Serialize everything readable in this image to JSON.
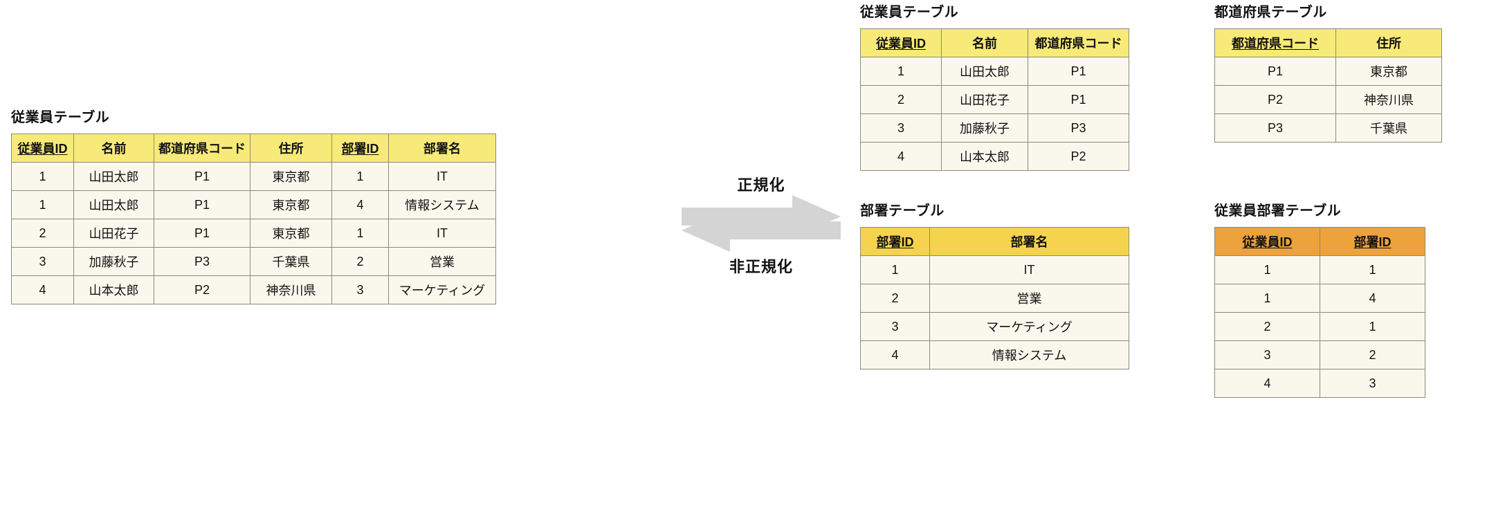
{
  "diagram": {
    "title_denormalized": "従業員テーブル",
    "arrows": [
      {
        "name": "normalize",
        "label": "正規化",
        "direction": "right",
        "color": "#d4d4d4"
      },
      {
        "name": "denormalize",
        "label": "非正規化",
        "direction": "left",
        "color": "#d4d4d4"
      }
    ],
    "colors": {
      "header_pale_yellow": "#f7ea78",
      "header_gold": "#f5d34e",
      "header_orange": "#eda23c",
      "cell_cream": "#faf8ed",
      "border": "#8a8a7a",
      "arrow_gray": "#d4d4d4",
      "text": "#111111"
    }
  },
  "tables": {
    "denormalized_employee": {
      "title": "従業員テーブル",
      "header_style": "pale",
      "columns": [
        {
          "label": "従業員ID",
          "pk": true
        },
        {
          "label": "名前",
          "pk": false
        },
        {
          "label": "都道府県コード",
          "pk": false
        },
        {
          "label": "住所",
          "pk": false
        },
        {
          "label": "部署ID",
          "pk": true
        },
        {
          "label": "部署名",
          "pk": false
        }
      ],
      "rows": [
        [
          "1",
          "山田太郎",
          "P1",
          "東京都",
          "1",
          "IT"
        ],
        [
          "1",
          "山田太郎",
          "P1",
          "東京都",
          "4",
          "情報システム"
        ],
        [
          "2",
          "山田花子",
          "P1",
          "東京都",
          "1",
          "IT"
        ],
        [
          "3",
          "加藤秋子",
          "P3",
          "千葉県",
          "2",
          "営業"
        ],
        [
          "4",
          "山本太郎",
          "P2",
          "神奈川県",
          "3",
          "マーケティング"
        ]
      ]
    },
    "employee": {
      "title": "従業員テーブル",
      "header_style": "pale",
      "columns": [
        {
          "label": "従業員ID",
          "pk": true
        },
        {
          "label": "名前",
          "pk": false
        },
        {
          "label": "都道府県コード",
          "pk": false
        }
      ],
      "rows": [
        [
          "1",
          "山田太郎",
          "P1"
        ],
        [
          "2",
          "山田花子",
          "P1"
        ],
        [
          "3",
          "加藤秋子",
          "P3"
        ],
        [
          "4",
          "山本太郎",
          "P2"
        ]
      ]
    },
    "prefecture": {
      "title": "都道府県テーブル",
      "header_style": "pale",
      "columns": [
        {
          "label": "都道府県コード",
          "pk": true
        },
        {
          "label": "住所",
          "pk": false
        }
      ],
      "rows": [
        [
          "P1",
          "東京都"
        ],
        [
          "P2",
          "神奈川県"
        ],
        [
          "P3",
          "千葉県"
        ]
      ]
    },
    "department": {
      "title": "部署テーブル",
      "header_style": "gold",
      "columns": [
        {
          "label": "部署ID",
          "pk": true
        },
        {
          "label": "部署名",
          "pk": false
        }
      ],
      "rows": [
        [
          "1",
          "IT"
        ],
        [
          "2",
          "営業"
        ],
        [
          "3",
          "マーケティング"
        ],
        [
          "4",
          "情報システム"
        ]
      ]
    },
    "employee_department": {
      "title": "従業員部署テーブル",
      "header_style": "orange",
      "columns": [
        {
          "label": "従業員ID",
          "pk": true
        },
        {
          "label": "部署ID",
          "pk": true
        }
      ],
      "rows": [
        [
          "1",
          "1"
        ],
        [
          "1",
          "4"
        ],
        [
          "2",
          "1"
        ],
        [
          "3",
          "2"
        ],
        [
          "4",
          "3"
        ]
      ]
    }
  }
}
